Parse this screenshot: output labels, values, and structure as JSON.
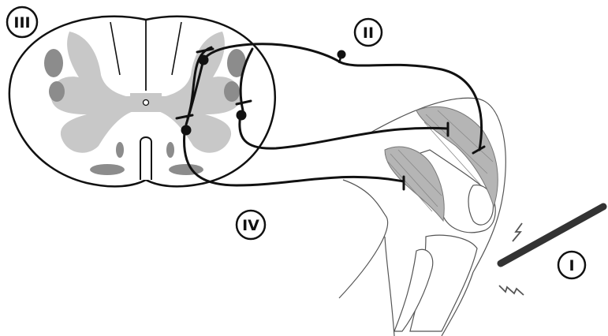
{
  "labels": {
    "label_1": "I",
    "label_2": "II",
    "label_3": "III",
    "label_4": "IV"
  },
  "colors": {
    "ink": "#111111",
    "gray_matter": "#c8c8c8",
    "dark_gray": "#8c8c8c",
    "muscle": "#b5b5b5",
    "hammer": "#333333",
    "background": "#ffffff"
  },
  "icons": {
    "hammer": "reflex-hammer-icon",
    "spinal_cord": "spinal-cord-cross-section-icon",
    "knee": "knee-joint-icon",
    "tap_mark": "lightning-tap-icon"
  }
}
